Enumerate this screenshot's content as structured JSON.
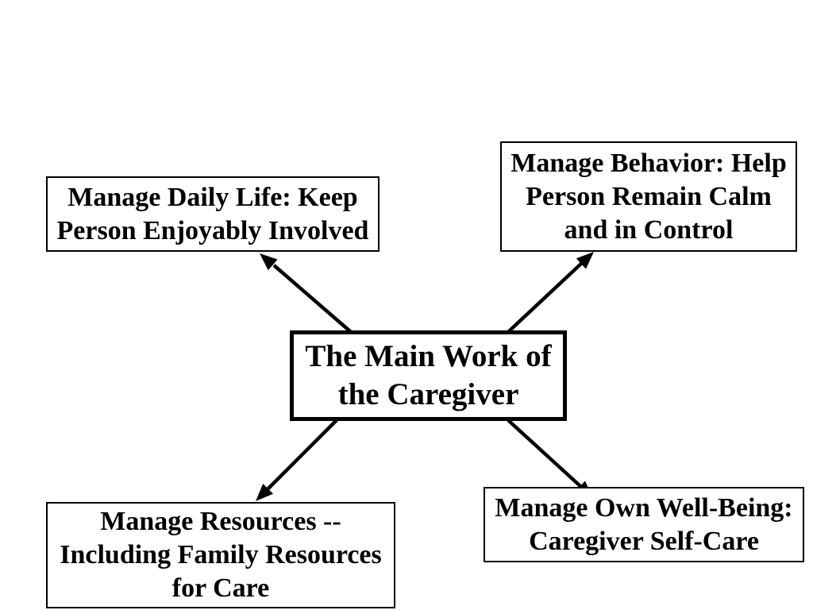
{
  "diagram": {
    "center_node": {
      "lines": [
        "The Main Work of",
        "the Caregiver"
      ]
    },
    "nodes": [
      {
        "lines": [
          "Manage Daily Life: Keep",
          "Person Enjoyably Involved"
        ]
      },
      {
        "lines": [
          "Manage Behavior: Help",
          "Person Remain Calm",
          "and in Control"
        ]
      },
      {
        "lines": [
          "Manage Resources --",
          "Including Family Resources",
          "for Care"
        ]
      },
      {
        "lines": [
          "Manage Own Well-Being:",
          "Caregiver Self-Care"
        ]
      }
    ],
    "colors": {
      "ink": "#000000",
      "background": "#ffffff",
      "box_background": "#ffffff"
    }
  }
}
